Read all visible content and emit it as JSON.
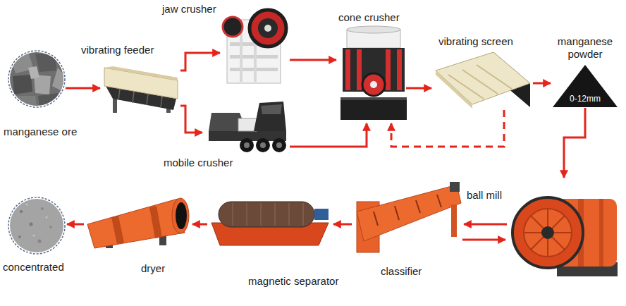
{
  "diagram": {
    "nodes": [
      {
        "text": [
          "manganese ore"
        ]
      },
      {
        "text": [
          "vibrating feeder"
        ]
      },
      {
        "text": [
          "jaw crusher"
        ]
      },
      {
        "text": [
          "mobile crusher"
        ]
      },
      {
        "text": [
          "cone crusher"
        ]
      },
      {
        "text": [
          "vibrating screen"
        ]
      },
      {
        "text": [
          "manganese powder",
          "0-12mm"
        ]
      },
      {
        "text": [
          "ball mill"
        ]
      },
      {
        "text": [
          "classifier"
        ]
      },
      {
        "text": [
          "magnetic separator"
        ]
      },
      {
        "text": [
          "dryer"
        ]
      },
      {
        "text": [
          "concentrated"
        ]
      }
    ],
    "edges": [
      {
        "from": 0,
        "to": 1,
        "arrow": "to"
      },
      {
        "from": 1,
        "to": 2,
        "arrow": "to"
      },
      {
        "from": 1,
        "to": 3,
        "arrow": "to"
      },
      {
        "from": 2,
        "to": 4,
        "arrow": "to"
      },
      {
        "from": 3,
        "to": 4,
        "arrow": "to"
      },
      {
        "from": 4,
        "to": 5,
        "arrow": "to"
      },
      {
        "from": 5,
        "to": 4,
        "arrow": "to"
      },
      {
        "from": 5,
        "to": 6,
        "arrow": "to"
      },
      {
        "from": 6,
        "to": 7,
        "arrow": "to"
      },
      {
        "from": 7,
        "to": 8,
        "arrow": "to"
      },
      {
        "from": 8,
        "to": 7,
        "arrow": "to"
      },
      {
        "from": 8,
        "to": 9,
        "arrow": "to"
      },
      {
        "from": 9,
        "to": 10,
        "arrow": "to"
      },
      {
        "from": 10,
        "to": 11,
        "arrow": "to"
      }
    ]
  }
}
